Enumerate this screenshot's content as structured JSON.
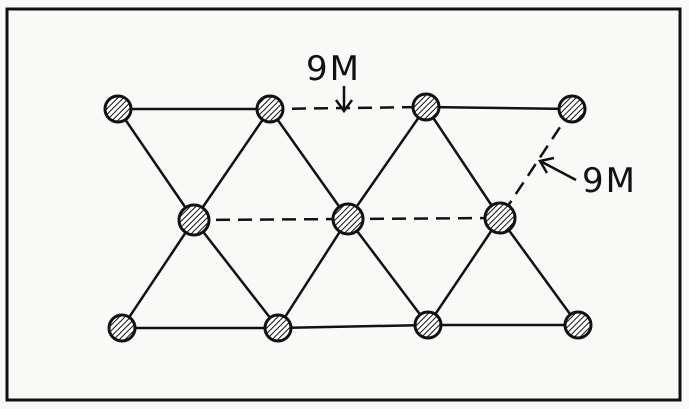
{
  "diagram": {
    "labels": {
      "top": "9M",
      "right": "9M"
    },
    "rows": [
      {
        "row": "top",
        "nodes": 4
      },
      {
        "row": "middle",
        "nodes": 3
      },
      {
        "row": "bottom",
        "nodes": 4
      }
    ],
    "missing_bonds": [
      {
        "between": [
          "top-2",
          "top-3"
        ],
        "indicated_by": "top"
      },
      {
        "between": [
          "top-4",
          "middle-3"
        ],
        "indicated_by": "right"
      },
      {
        "between": [
          "middle-1",
          "middle-2"
        ]
      },
      {
        "between": [
          "middle-2",
          "middle-3"
        ]
      }
    ]
  }
}
